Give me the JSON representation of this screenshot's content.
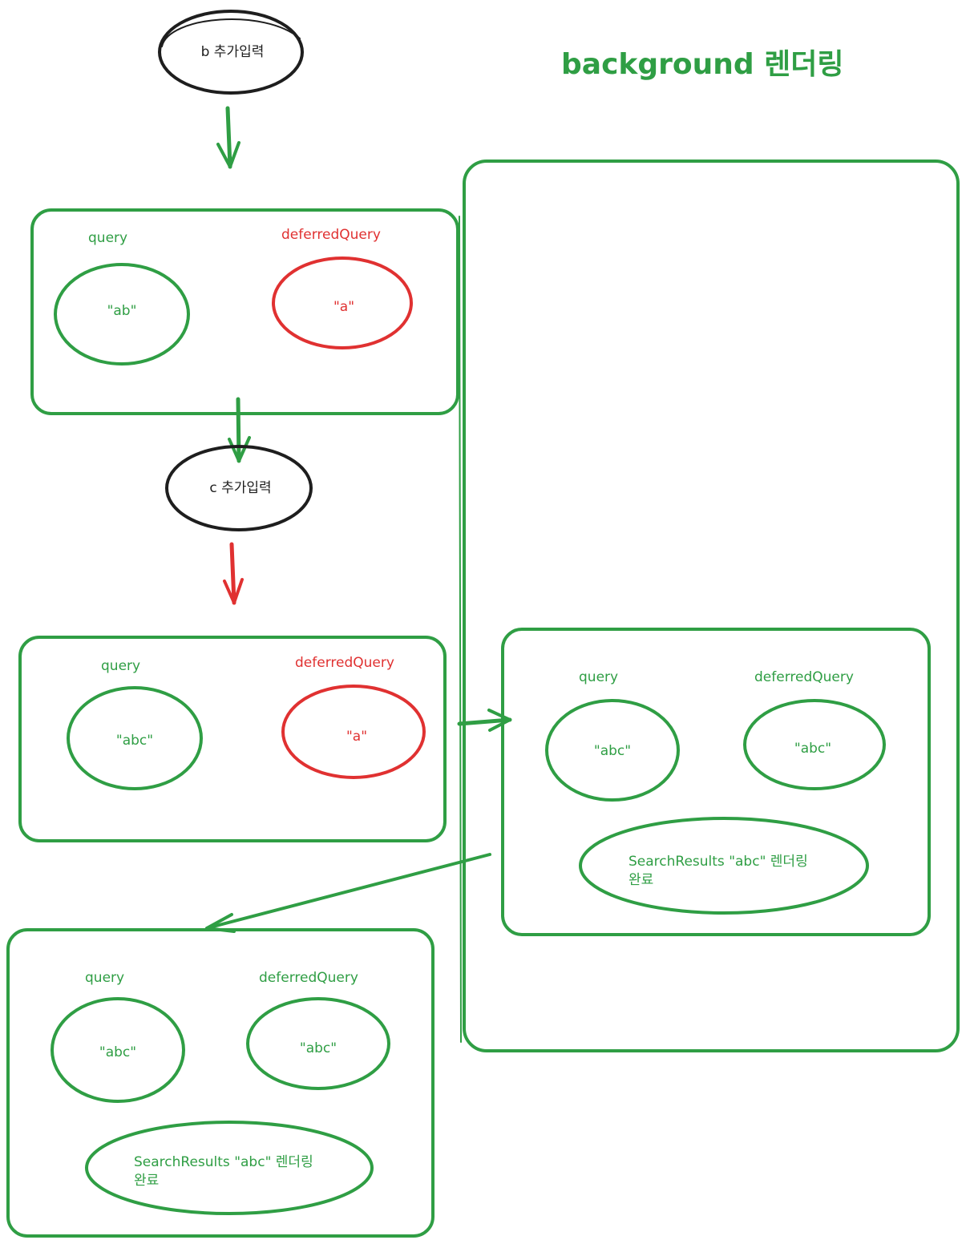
{
  "colors": {
    "green": "#2f9e44",
    "red": "#e03131",
    "black": "#1e1e1e"
  },
  "title": "background 렌더링",
  "input_b": {
    "label": "b 추가입력"
  },
  "input_c": {
    "label": "c 추가입력"
  },
  "state_1": {
    "query_label": "query",
    "query_value": "\"ab\"",
    "deferred_label": "deferredQuery",
    "deferred_value": "\"a\""
  },
  "state_2": {
    "query_label": "query",
    "query_value": "\"abc\"",
    "deferred_label": "deferredQuery",
    "deferred_value": "\"a\""
  },
  "background_state": {
    "query_label": "query",
    "query_value": "\"abc\"",
    "deferred_label": "deferredQuery",
    "deferred_value": "\"abc\"",
    "result_line1": "SearchResults \"abc\" 렌더링",
    "result_line2": "완료"
  },
  "state_3": {
    "query_label": "query",
    "query_value": "\"abc\"",
    "deferred_label": "deferredQuery",
    "deferred_value": "\"abc\"",
    "result_line1": "SearchResults \"abc\" 렌더링",
    "result_line2": "완료"
  }
}
